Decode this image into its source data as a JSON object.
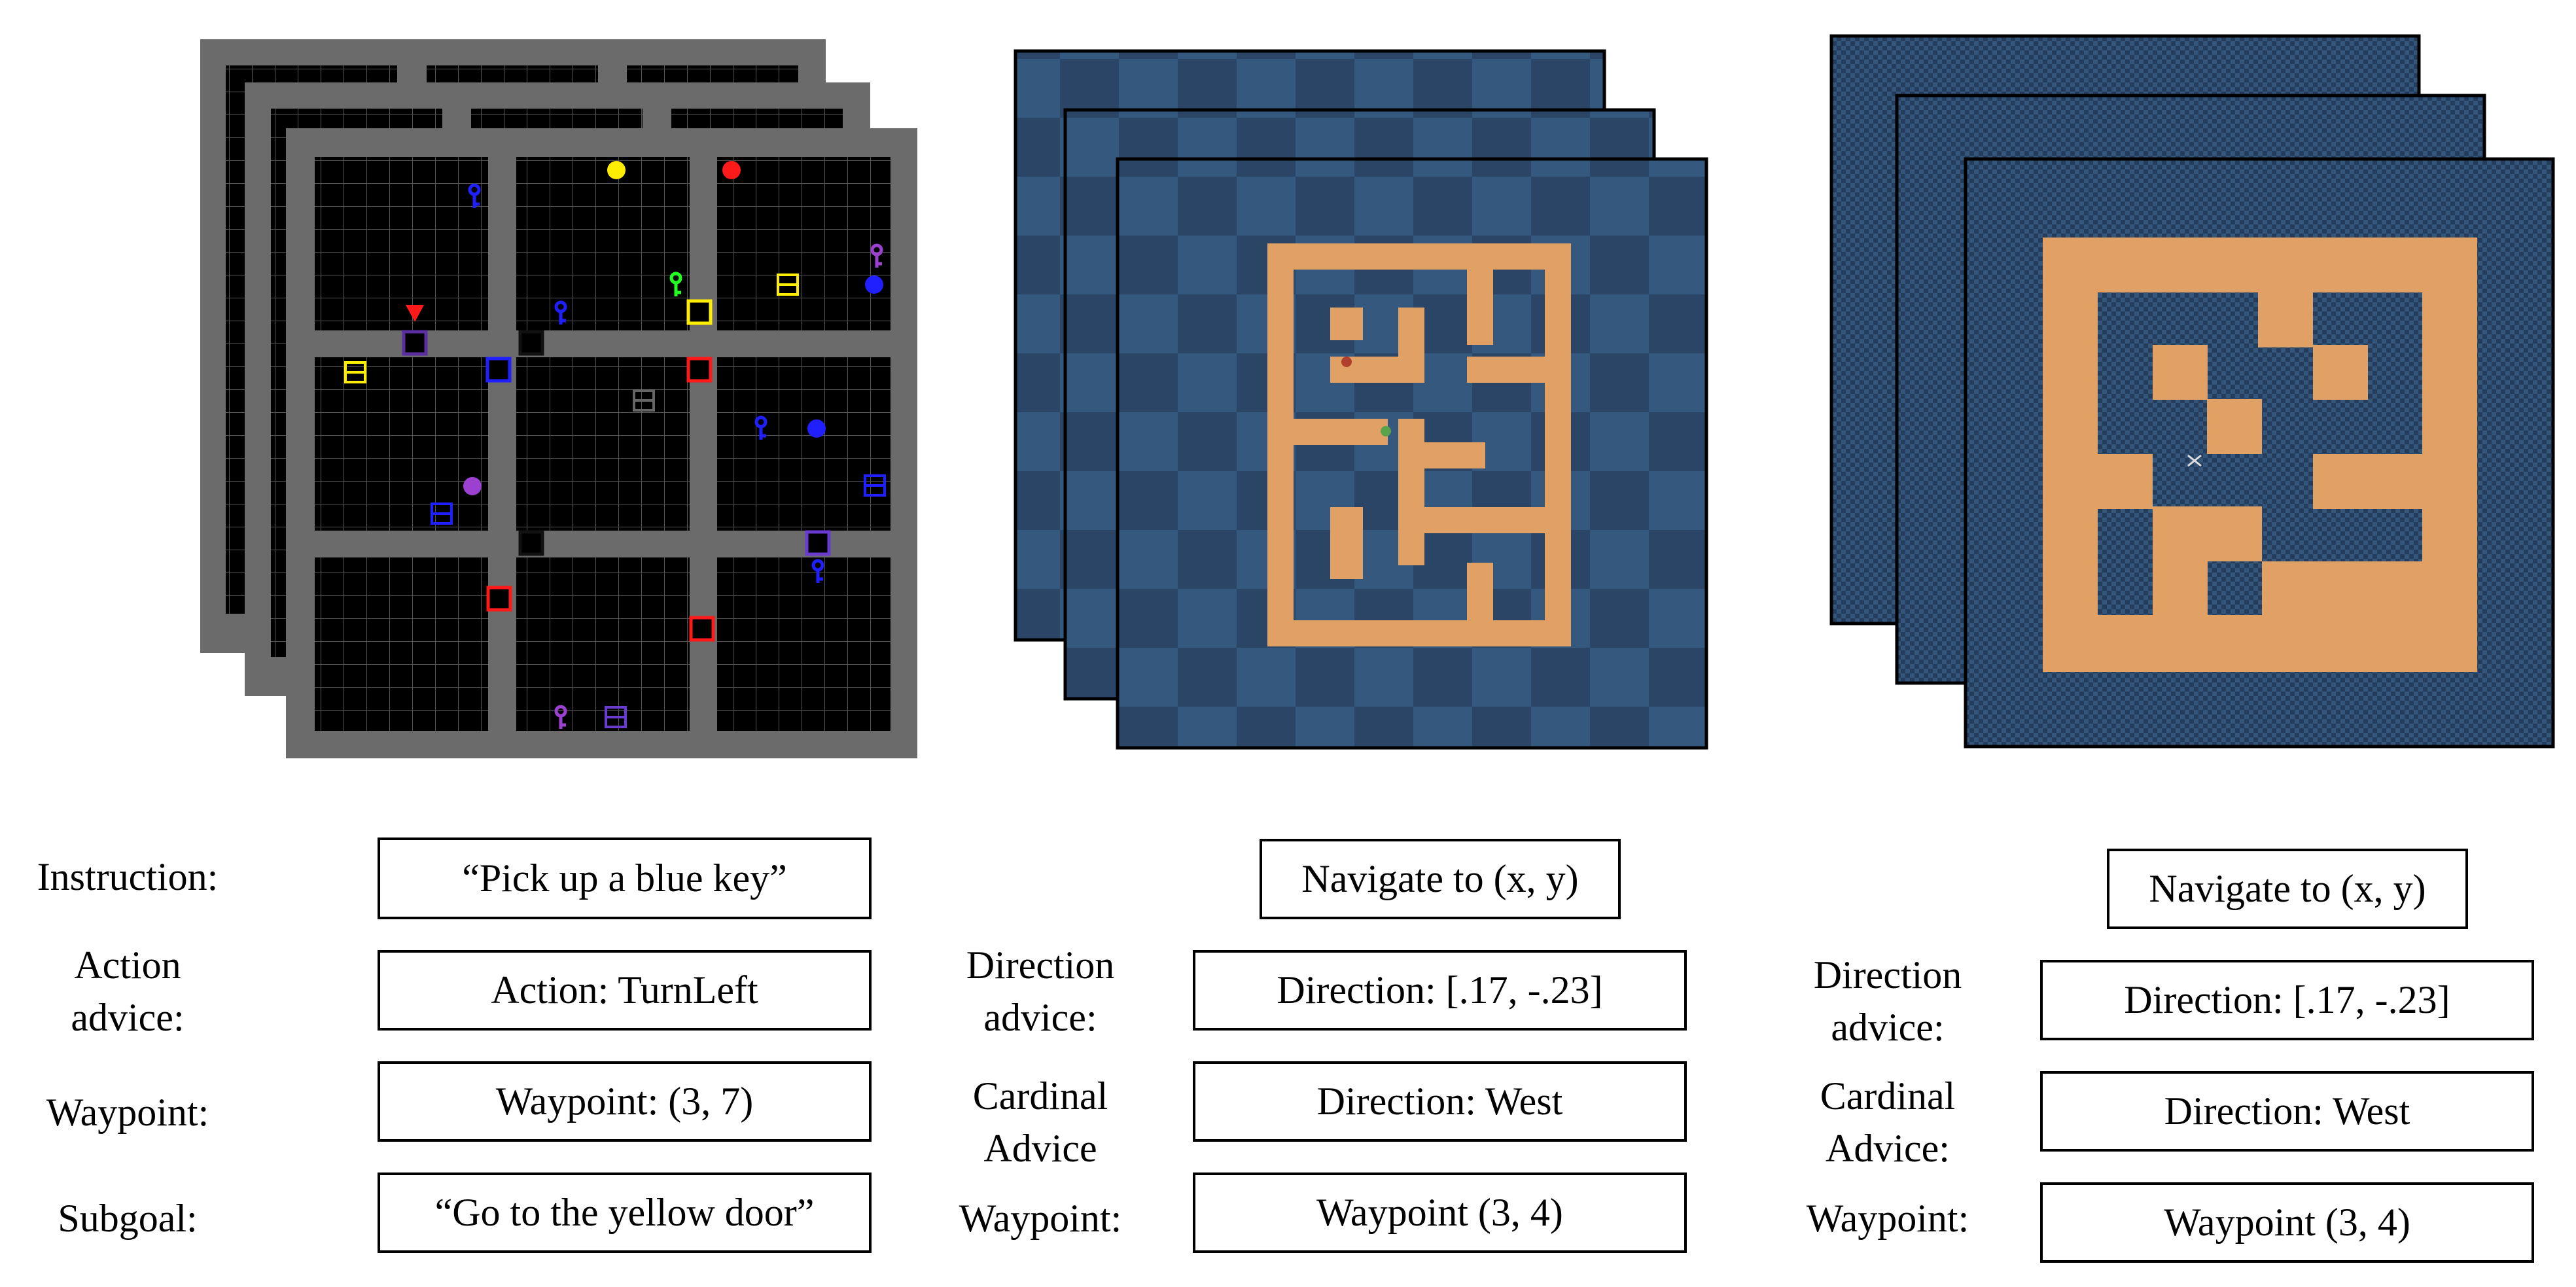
{
  "col1": {
    "rows": [
      {
        "label": "Instruction:",
        "value": "“Pick up a blue key”"
      },
      {
        "label": "Action\nadvice:",
        "value": "Action: TurnLeft"
      },
      {
        "label": "Waypoint:",
        "value": "Waypoint: (3, 7)"
      },
      {
        "label": "Subgoal:",
        "value": "“Go to the yellow door”"
      }
    ]
  },
  "col2": {
    "instruction": "Navigate to (x, y)",
    "rows": [
      {
        "label": "Direction\nadvice:",
        "value": "Direction: [.17, -.23]"
      },
      {
        "label": "Cardinal\nAdvice",
        "value": "Direction: West"
      },
      {
        "label": "Waypoint:",
        "value": "Waypoint (3, 4)"
      }
    ]
  },
  "col3": {
    "instruction": "Navigate to (x, y)",
    "rows": [
      {
        "label": "Direction\nadvice:",
        "value": "Direction: [.17, -.23]"
      },
      {
        "label": "Cardinal\nAdvice:",
        "value": "Direction: West"
      },
      {
        "label": "Waypoint:",
        "value": "Waypoint (3, 4)"
      }
    ]
  },
  "colors": {
    "grid_bg": "#6b6b6b",
    "tile_navy": "#2a4565",
    "tile_light": "#35587e",
    "maze_wall": "#e1a064",
    "blue": "#1f1fff",
    "red": "#ff1a1a",
    "yellow": "#ffff00",
    "green": "#22ff22",
    "purple": "#9b40d0"
  }
}
